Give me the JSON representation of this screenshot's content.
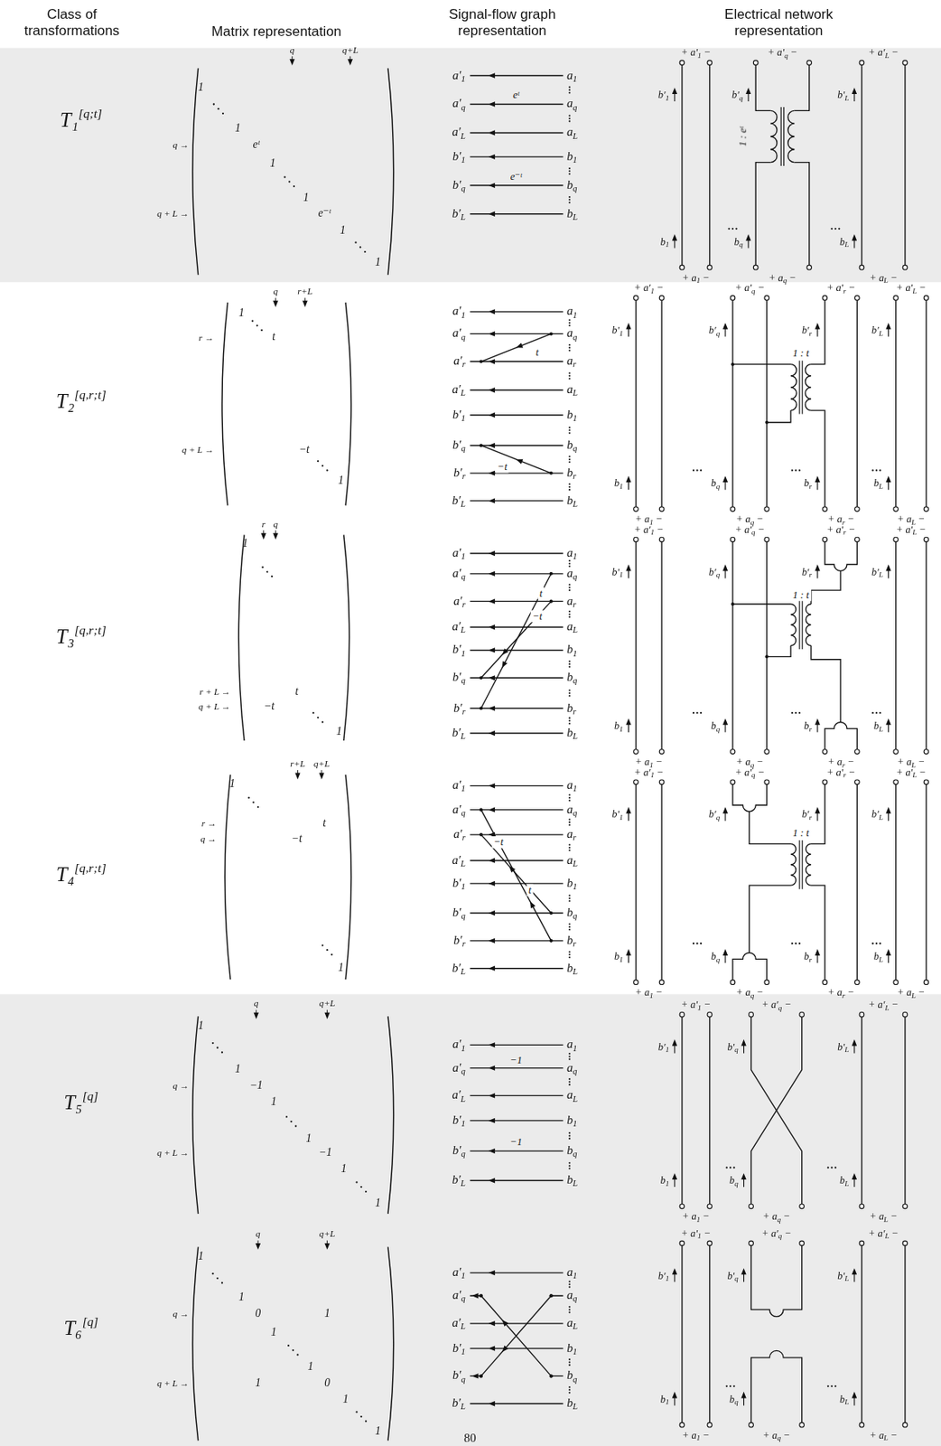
{
  "diagram": {
    "labels": [
      "Class of transformations",
      "Matrix representation",
      "Signal-flow graph representation",
      "Electrical network representation",
      "T₁[q;t]",
      "q",
      "q+L",
      "q →",
      "q + L →",
      "1",
      "1",
      "eᵗ",
      "1",
      "1",
      "e⁻ᵗ",
      "1",
      "1",
      "a′1",
      "a′q",
      "a′L",
      "b′1",
      "b′q",
      "b′L",
      "a1",
      "aq",
      "aL",
      "b1",
      "bq",
      "bL",
      "eᵗ",
      "e⁻ᵗ",
      "+ a′1 −",
      "+ a′q −",
      "+ a′L −",
      "b′1",
      "b′q",
      "b′L",
      "b1",
      "bq",
      "bL",
      "+ a1 −",
      "+ aq −",
      "+ aL −",
      "1 : eᵗ",
      "T₂[q,r;t]",
      "q",
      "r+L",
      "r →",
      "q + L →",
      "1",
      "t",
      "−t",
      "1",
      "a′1",
      "a′q",
      "a′r",
      "a′L",
      "b′1",
      "b′q",
      "b′r",
      "b′L",
      "a1",
      "aq",
      "ar",
      "aL",
      "b1",
      "bq",
      "br",
      "bL",
      "t",
      "−t",
      "+ a′1 −",
      "+ a′q −",
      "+ a′r −",
      "+ a′L −",
      "b′1",
      "b′q",
      "b′r",
      "b′L",
      "b1",
      "bq",
      "br",
      "bL",
      "+ a1 −",
      "+ aq −",
      "+ ar −",
      "+ aL −",
      "1 : t",
      "T₃[q,r;t]",
      "r",
      "q",
      "r + L →",
      "q + L →",
      "1",
      "t",
      "−t",
      "1",
      "a′1",
      "a′q",
      "a′r",
      "a′L",
      "b′1",
      "b′q",
      "b′r",
      "b′L",
      "a1",
      "aq",
      "ar",
      "aL",
      "b1",
      "bq",
      "br",
      "bL",
      "−t",
      "t",
      "+ a′1 −",
      "+ a′q −",
      "+ a′r −",
      "+ a′L −",
      "b′1",
      "b′q",
      "b′r",
      "b′L",
      "b1",
      "bq",
      "br",
      "bL",
      "+ a1 −",
      "+ aq −",
      "+ ar −",
      "+ aL −",
      "1 : t",
      "T₄[q,r;t]",
      "r+L",
      "q+L",
      "r →",
      "q →",
      "1",
      "t",
      "−t",
      "1",
      "a′1",
      "a′q",
      "a′r",
      "a′L",
      "b′1",
      "b′q",
      "b′r",
      "b′L",
      "a1",
      "aq",
      "ar",
      "aL",
      "b1",
      "bq",
      "br",
      "bL",
      "−t",
      "t",
      "+ a′1 −",
      "+ a′q −",
      "+ a′r −",
      "+ a′L −",
      "b′1",
      "b′q",
      "b′r",
      "b′L",
      "b1",
      "bq",
      "br",
      "bL",
      "+ a1 −",
      "+ aq −",
      "+ ar −",
      "+ aL −",
      "1 : t",
      "T₅[q]",
      "q",
      "q+L",
      "q →",
      "q + L →",
      "1",
      "1",
      "−1",
      "1",
      "1",
      "−1",
      "1",
      "1",
      "a′1",
      "a′q",
      "a′L",
      "b′1",
      "b′q",
      "b′L",
      "a1",
      "aq",
      "aL",
      "b1",
      "bq",
      "bL",
      "−1",
      "−1",
      "+ a′1 −",
      "+ a′q −",
      "+ a′L −",
      "b′1",
      "b′q",
      "b′L",
      "b1",
      "bq",
      "bL",
      "+ a1 −",
      "+ aq −",
      "+ aL −",
      "T₆[q]",
      "q",
      "q+L",
      "q →",
      "q + L →",
      "1",
      "1",
      "0",
      "1",
      "1",
      "1",
      "1",
      "0",
      "1",
      "1",
      "a′1",
      "a′q",
      "a′L",
      "b′1",
      "b′q",
      "b′L",
      "a1",
      "aq",
      "aL",
      "b1",
      "bq",
      "bL",
      "+ a′1 −",
      "+ a′q −",
      "+ a′L −",
      "b′1",
      "b′q",
      "b′L",
      "b1",
      "bq",
      "bL",
      "+ a1 −",
      "+ aq −",
      "+ aL −",
      "80"
    ]
  }
}
